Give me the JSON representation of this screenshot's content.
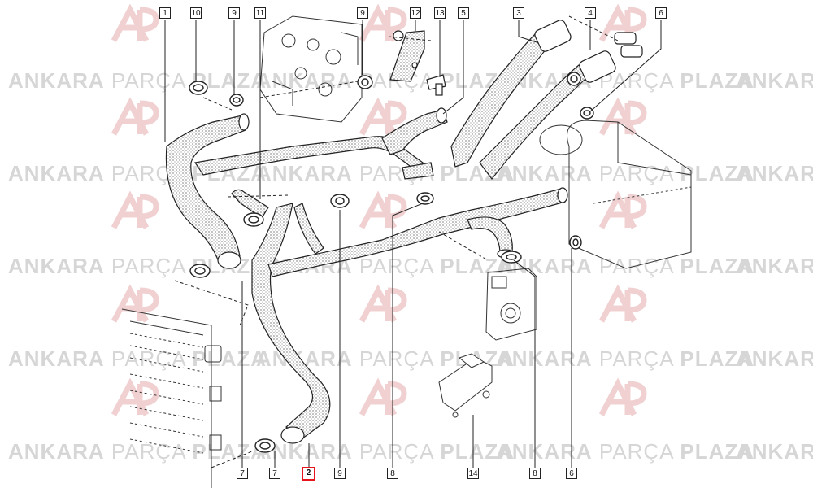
{
  "watermark": {
    "brand_word_1": "ANKARA",
    "brand_word_2": "PARÇA",
    "brand_word_3": "PLAZA",
    "logo_glyph": "AP",
    "color": "#d6d6d6",
    "logo_color": "#f0c8c8"
  },
  "callouts": [
    {
      "label": "1",
      "highlighted": false
    },
    {
      "label": "10",
      "highlighted": false
    },
    {
      "label": "9",
      "highlighted": false
    },
    {
      "label": "11",
      "highlighted": false
    },
    {
      "label": "9",
      "highlighted": false
    },
    {
      "label": "12",
      "highlighted": false
    },
    {
      "label": "13",
      "highlighted": false
    },
    {
      "label": "5",
      "highlighted": false
    },
    {
      "label": "3",
      "highlighted": false
    },
    {
      "label": "4",
      "highlighted": false
    },
    {
      "label": "6",
      "highlighted": false
    },
    {
      "label": "7",
      "highlighted": false
    },
    {
      "label": "7",
      "highlighted": false
    },
    {
      "label": "2",
      "highlighted": true
    },
    {
      "label": "9",
      "highlighted": false
    },
    {
      "label": "8",
      "highlighted": false
    },
    {
      "label": "14",
      "highlighted": false
    },
    {
      "label": "8",
      "highlighted": false
    },
    {
      "label": "6",
      "highlighted": false
    }
  ],
  "highlight_color": "#e8141c"
}
